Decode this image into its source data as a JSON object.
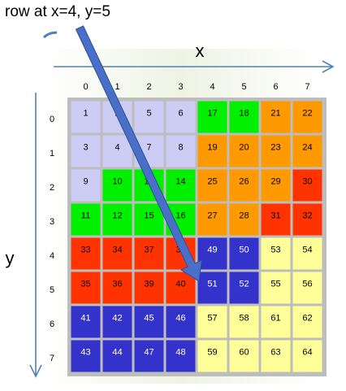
{
  "caption": "row at x=4, y=5",
  "axis_x_label": "x",
  "axis_y_label": "y",
  "col_labels": [
    "0",
    "1",
    "2",
    "3",
    "4",
    "5",
    "6",
    "7"
  ],
  "row_labels": [
    "0",
    "1",
    "2",
    "3",
    "4",
    "5",
    "6",
    "7"
  ],
  "grid": [
    [
      1,
      2,
      5,
      6,
      17,
      18,
      21,
      22
    ],
    [
      3,
      4,
      7,
      8,
      19,
      20,
      23,
      24
    ],
    [
      9,
      10,
      13,
      14,
      25,
      26,
      29,
      30
    ],
    [
      11,
      12,
      15,
      16,
      27,
      28,
      31,
      32
    ],
    [
      33,
      34,
      37,
      38,
      49,
      50,
      53,
      54
    ],
    [
      35,
      36,
      39,
      40,
      51,
      52,
      55,
      56
    ],
    [
      41,
      42,
      45,
      46,
      57,
      58,
      61,
      62
    ],
    [
      43,
      44,
      47,
      48,
      59,
      60,
      63,
      64
    ]
  ],
  "cell_colors": [
    [
      "lavender",
      "lavender",
      "lavender",
      "lavender",
      "green",
      "green",
      "orange",
      "orange"
    ],
    [
      "lavender",
      "lavender",
      "lavender",
      "lavender",
      "orange",
      "orange",
      "orange",
      "orange"
    ],
    [
      "lavender",
      "green",
      "green",
      "green",
      "orange",
      "orange",
      "orange",
      "red"
    ],
    [
      "green",
      "green",
      "green",
      "green",
      "orange",
      "orange",
      "red",
      "red"
    ],
    [
      "red",
      "red",
      "red",
      "red",
      "blue",
      "blue",
      "yellow",
      "yellow"
    ],
    [
      "red",
      "red",
      "red",
      "red",
      "blue",
      "blue",
      "yellow",
      "yellow"
    ],
    [
      "blue",
      "blue",
      "blue",
      "blue",
      "yellow",
      "yellow",
      "yellow",
      "yellow"
    ],
    [
      "blue",
      "blue",
      "blue",
      "blue",
      "yellow",
      "yellow",
      "yellow",
      "yellow"
    ]
  ],
  "palette": {
    "lavender": "#ccccf5",
    "green": "#00f000",
    "orange": "#ff9900",
    "red": "#ff3300",
    "blue": "#3333cc",
    "yellow": "#ffff99",
    "grid_border": "#bdbdbd",
    "axis_blue": "#4f81bd",
    "pointer_arrow": "#4a6fc9",
    "background_band": "#eef3e3"
  },
  "pointer_target": {
    "x": 4,
    "y": 5
  }
}
